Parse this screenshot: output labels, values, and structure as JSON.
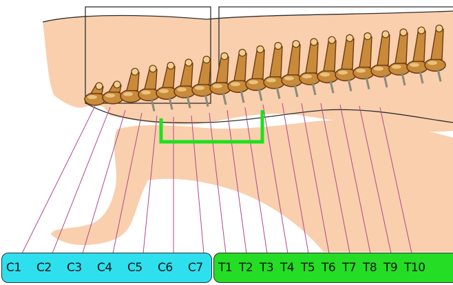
{
  "colors": {
    "tissue": "#f9cfae",
    "outline": "#2e2e2e",
    "bone": "#c98a3a",
    "bone_dark": "#6b3a12",
    "bone_light": "#f0d090",
    "nerve_line": "#b0488a",
    "bracket": "#1ee01e",
    "cervical_bg": "#2ee0ee",
    "thoracic_bg": "#24dd24"
  },
  "cervical_labels": [
    "C1",
    "C2",
    "C3",
    "C4",
    "C5",
    "C6",
    "C7"
  ],
  "thoracic_labels": [
    "T1",
    "T2",
    "T3",
    "T4",
    "T5",
    "T6",
    "T7",
    "T8",
    "T9",
    "T10"
  ]
}
